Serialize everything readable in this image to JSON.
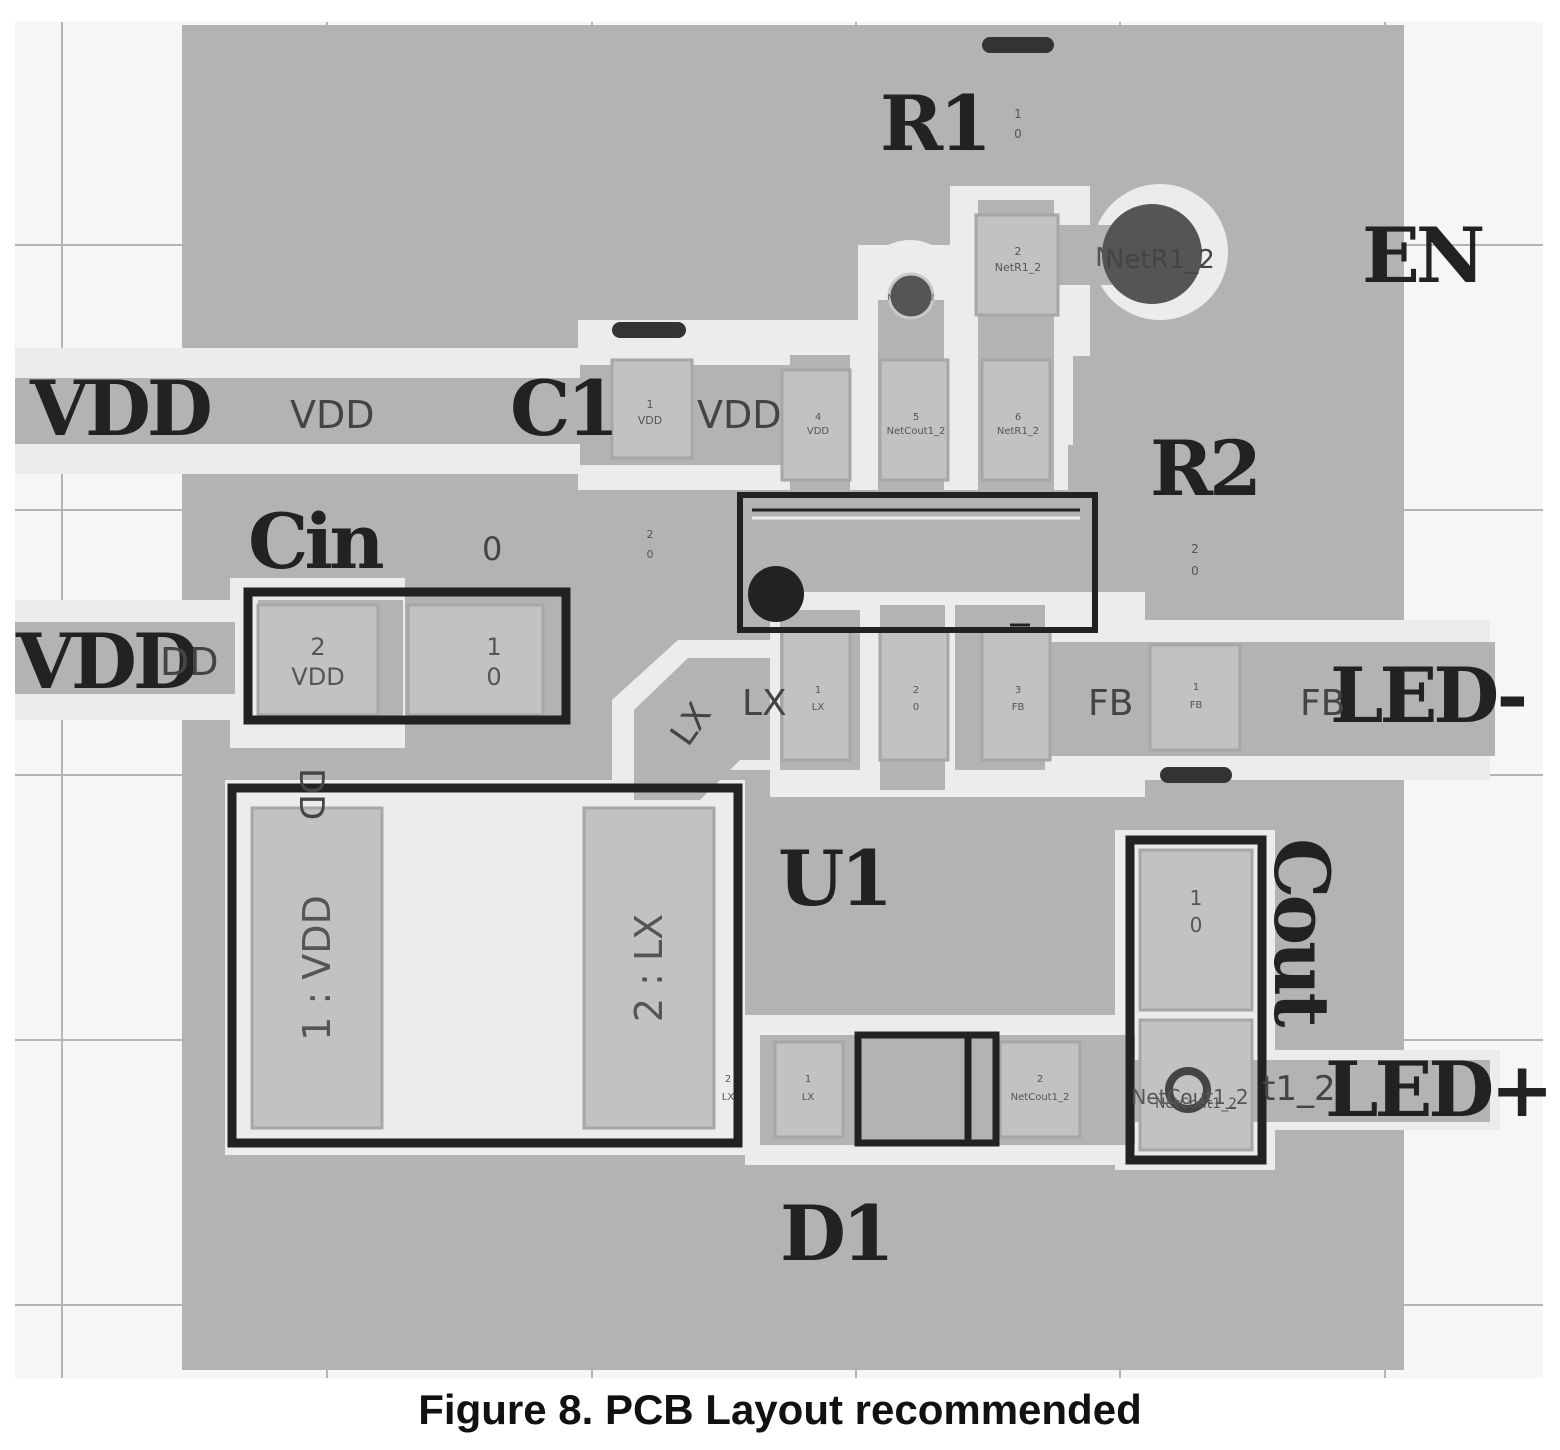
{
  "caption": "Figure 8. PCB Layout recommended",
  "colors": {
    "background": "#ffffff",
    "grid": "#b5b5b5",
    "copper": "#b3b3b3",
    "clearance": "#ececec",
    "pad": "#c1c1c1",
    "outline": "#222222",
    "via": "#555555"
  },
  "designators": {
    "vdd_top": "VDD",
    "vdd_left": "VDD",
    "en": "EN",
    "led_minus": "LED-",
    "led_plus": "LED+",
    "r1": "R1",
    "r2": "R2",
    "c1": "C1",
    "cin": "Cin",
    "u1": "U1",
    "d1": "D1",
    "cout": "Cout"
  },
  "net_labels": {
    "vdd_trace_1": "VDD",
    "vdd_trace_2": "VDD",
    "vdd_trace_left": "DD",
    "vdd_vertical": "DD",
    "lx_diag": "LX",
    "lx": "LX",
    "fb": "FB",
    "fb_right": "FB",
    "zero_label": "0",
    "net_r1_2": "NetR1_2",
    "net_cout1_2": "t1_2"
  },
  "pads": {
    "cin_2": [
      "2",
      "VDD"
    ],
    "cin_1": [
      "1",
      "0"
    ],
    "inductor_1": "1 : VDD",
    "inductor_2": "2 : LX",
    "c1_1": [
      "1",
      "VDD"
    ],
    "u1_4": [
      "4",
      "VDD"
    ],
    "u1_5": [
      "5",
      "NetCout1_2"
    ],
    "u1_6": [
      "6",
      "NetR1_2"
    ],
    "u1_1": [
      "1",
      "LX"
    ],
    "u1_2": [
      "2",
      "0"
    ],
    "u1_3": [
      "3",
      "FB"
    ],
    "r1_1": [
      "1",
      "0"
    ],
    "r1_2": [
      "2",
      "NetR1_2"
    ],
    "r2_2": [
      "2",
      "0"
    ],
    "r2_1": [
      "1",
      "FB"
    ],
    "c1_2": [
      "2",
      "0"
    ],
    "cout_1": [
      "1",
      "0"
    ],
    "cout_2": "NetCout1_2",
    "d1_a": [
      "1",
      "LX"
    ],
    "d1_k": [
      "2",
      "NetCout1_2"
    ],
    "d1_a_edge": [
      "2",
      "LX"
    ]
  },
  "vias": {
    "via_small": "NetCout1_2",
    "via_large": "NetR1_2",
    "via_cout": "NetCout1_2"
  }
}
